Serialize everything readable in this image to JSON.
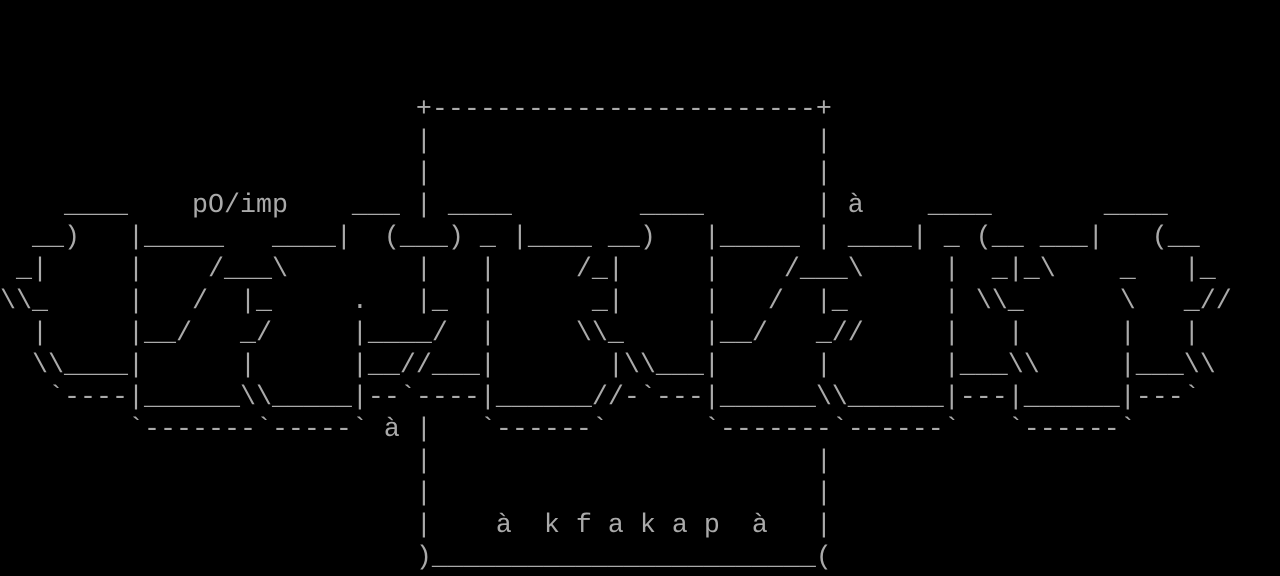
{
  "colors": {
    "background": "#000000",
    "foreground": "#aaaaaa"
  },
  "console": {
    "rows": [
      "",
      "",
      "",
      "                          +------------------------+",
      "                          |                        |",
      "                          |                        |",
      "    ____    pO/imp    ___ | ____        ____       | à    ____       ____",
      "  __)   |_____   ____|  (___) _ |____ __)   |_____ | ____| _ (__ ___|   (__",
      " _|     |    /___\\        |   |     /_|     |    /___\\     |  _|_\\    _   |_",
      "\\\\_     |   /  |_     .   |_  |      _|     |   /  |_      | \\\\_      \\   _//",
      "  |     |__/   _/     |____/  |     \\\\_     |__/   _//     |   |      |   |",
      "  \\\\____|      |      |__//___|       |\\\\___|      |       |___\\\\     |___\\\\",
      "   `----|______\\\\_____|--`----|______//-`---|______\\\\______|---|______|---`",
      "        `-------`-----` à |   `------`      `-------`------`   `------`",
      "                          |                        |",
      "                          |                        |",
      "                          |    à  k f a k a p  à   |",
      "                          )________________________("
    ]
  }
}
